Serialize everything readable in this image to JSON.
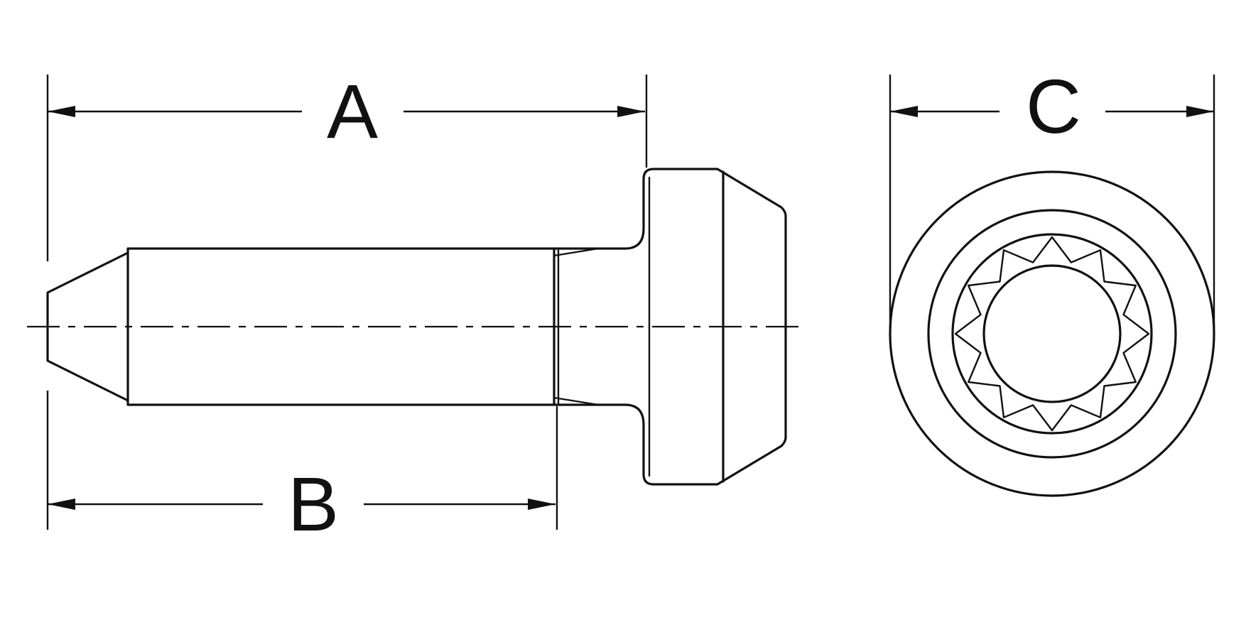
{
  "labels": {
    "a": "A",
    "b": "B",
    "c": "C"
  },
  "colors": {
    "line": "#111111",
    "background": "#ffffff"
  }
}
